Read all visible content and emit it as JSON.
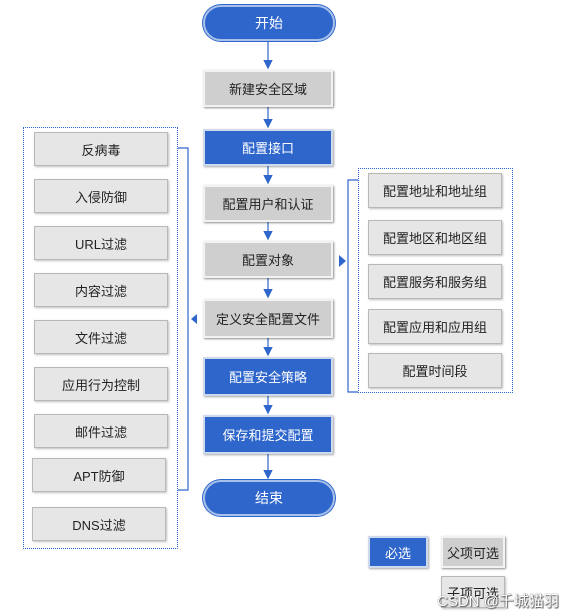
{
  "flow": {
    "start": "开始",
    "steps": [
      {
        "label": "新建安全区域",
        "kind": "optional"
      },
      {
        "label": "配置接口",
        "kind": "required"
      },
      {
        "label": "配置用户和认证",
        "kind": "optional"
      },
      {
        "label": "配置对象",
        "kind": "optional"
      },
      {
        "label": "定义安全配置文件",
        "kind": "optional"
      },
      {
        "label": "配置安全策略",
        "kind": "required"
      },
      {
        "label": "保存和提交配置",
        "kind": "required"
      }
    ],
    "end": "结束"
  },
  "profiles": [
    "反病毒",
    "入侵防御",
    "URL过滤",
    "内容过滤",
    "文件过滤",
    "应用行为控制",
    "邮件过滤",
    "APT防御",
    "DNS过滤"
  ],
  "objects": [
    "配置地址和地址组",
    "配置地区和地区组",
    "配置服务和服务组",
    "配置应用和应用组",
    "配置时间段"
  ],
  "legend": {
    "required": "必选",
    "parent_optional": "父项可选",
    "child_optional": "子项可选"
  },
  "watermark": "CSDN @千城猫羽",
  "colors": {
    "required": "#2f66cc",
    "optional": "#cfcfcf",
    "suboption": "#e6e6e6",
    "connector": "#2f66cc"
  }
}
